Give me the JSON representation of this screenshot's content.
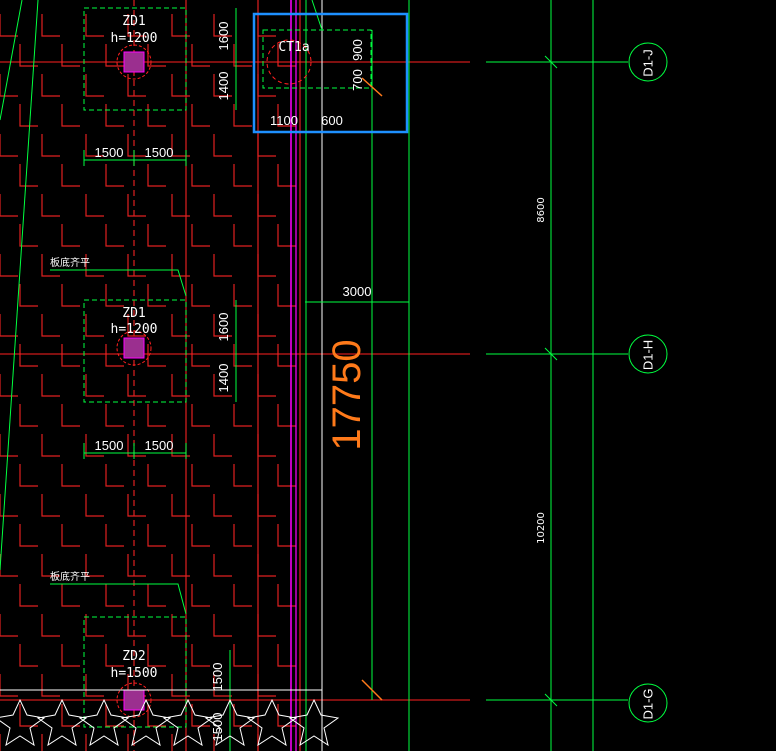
{
  "drawing": {
    "background": "#000000",
    "colors": {
      "grid": "#ff2020",
      "dim": "#00ff40",
      "text": "#ffffff",
      "highlight": "#1e90ff",
      "magenta": "#ff00ff",
      "orange": "#ff7a1a"
    },
    "foundations": [
      {
        "id": "ZD1",
        "h": "h=1200"
      },
      {
        "id": "ZD1",
        "h": "h=1200"
      },
      {
        "id": "ZD2",
        "h": "h=1500"
      }
    ],
    "foundation_dims": {
      "left": "1500",
      "right": "1500",
      "upper": "1600",
      "lower": "1400",
      "zd2_upper": "1500",
      "zd2_lower": "1500"
    },
    "cap": {
      "id": "CT1a",
      "dim_1100": "1100",
      "dim_600": "600",
      "dim_900": "900",
      "dim_700": "700"
    },
    "notes": [
      "板底齐平",
      "板底齐平"
    ],
    "dims": {
      "width_3000": "3000",
      "total_17750": "17750",
      "span_upper": "8600",
      "span_lower": "10200"
    },
    "axes": [
      {
        "label": "D1-J"
      },
      {
        "label": "D1-H"
      },
      {
        "label": "D1-G"
      }
    ]
  }
}
